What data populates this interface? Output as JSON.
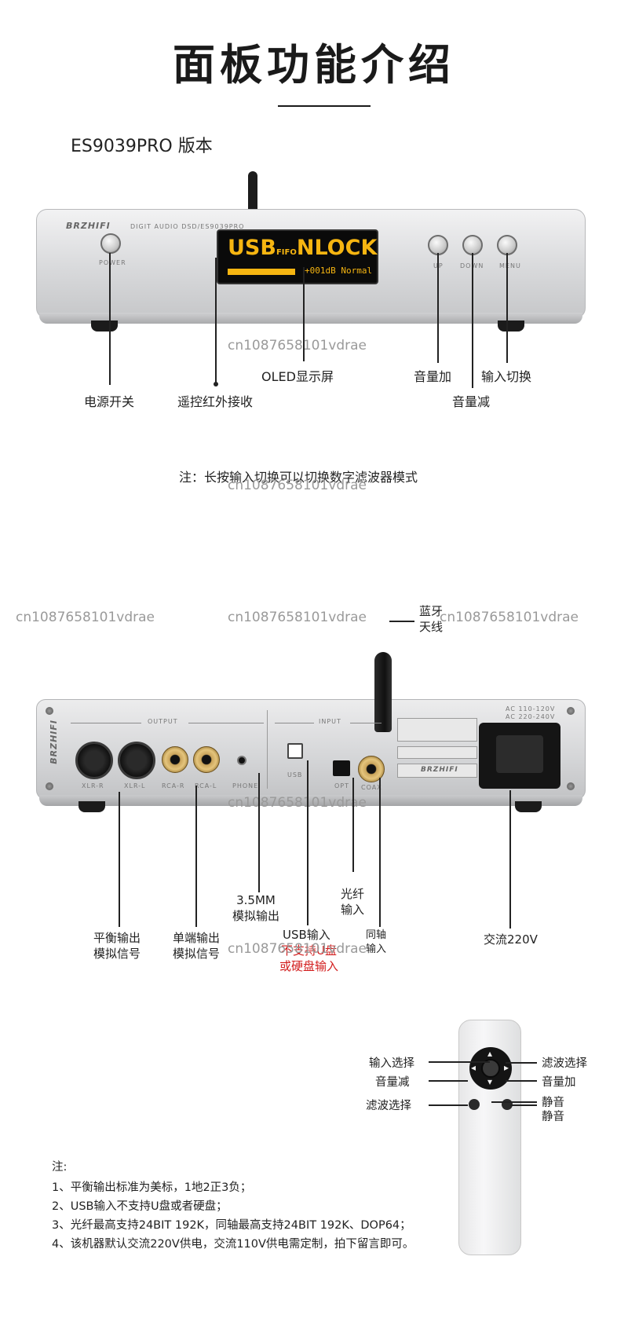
{
  "title": "面板功能介绍",
  "version": "ES9039PRO 版本",
  "front": {
    "brand": "BRZHIFI",
    "model": "DIGIT AUDIO DSD/ES9039PRO",
    "oled_main": "USB",
    "oled_fifo": "FIFO",
    "oled_status": "NLOCK",
    "oled_sub": "+001dB Normal",
    "power_text": "POWER",
    "up_text": "UP",
    "down_text": "DOWN",
    "menu_text": "MENU",
    "labels": {
      "power": "电源开关",
      "ir": "遥控红外接收",
      "oled": "OLED显示屏",
      "vol_up": "音量加",
      "vol_down": "音量减",
      "input_switch": "输入切换"
    },
    "note": "注：长按输入切换可以切换数字滤波器模式"
  },
  "watermark": "cn1087658101vdrae",
  "rear": {
    "output_text": "OUTPUT",
    "input_text": "INPUT",
    "xlr_r": "XLR-R",
    "xlr_l": "XLR-L",
    "rca_r": "RCA-R",
    "rca_l": "RCA-L",
    "phone": "PHONE",
    "usb": "USB",
    "opt": "OPT",
    "coax": "COAX",
    "ac_line1": "AC 110-120V",
    "ac_line2": "AC 220-240V",
    "labels": {
      "bt_1": "蓝牙",
      "bt_2": "天线",
      "bal_1": "平衡输出",
      "bal_2": "模拟信号",
      "se_1": "单端输出",
      "se_2": "模拟信号",
      "mm_1": "3.5MM",
      "mm_2": "模拟输出",
      "usb_in": "USB输入",
      "usb_warn_1": "不支持U盘",
      "usb_warn_2": "或硬盘输入",
      "opt_1": "光纤",
      "opt_2": "输入",
      "coax_1": "同轴",
      "coax_2": "输入",
      "ac": "交流220V"
    }
  },
  "remote": {
    "input_select": "输入选择",
    "vol_down": "音量减",
    "filter_select_left": "滤波选择",
    "filter_select_right": "滤波选择",
    "vol_up": "音量加",
    "mute_1": "静音",
    "mute_2": "静音"
  },
  "notes": {
    "head": "注:",
    "items": [
      "1、平衡输出标准为美标，1地2正3负；",
      "2、USB输入不支持U盘或者硬盘；",
      "3、光纤最高支持24BIT 192K，同轴最高支持24BIT 192K、DOP64；",
      "4、该机器默认交流220V供电，交流110V供电需定制，拍下留言即可。"
    ]
  }
}
